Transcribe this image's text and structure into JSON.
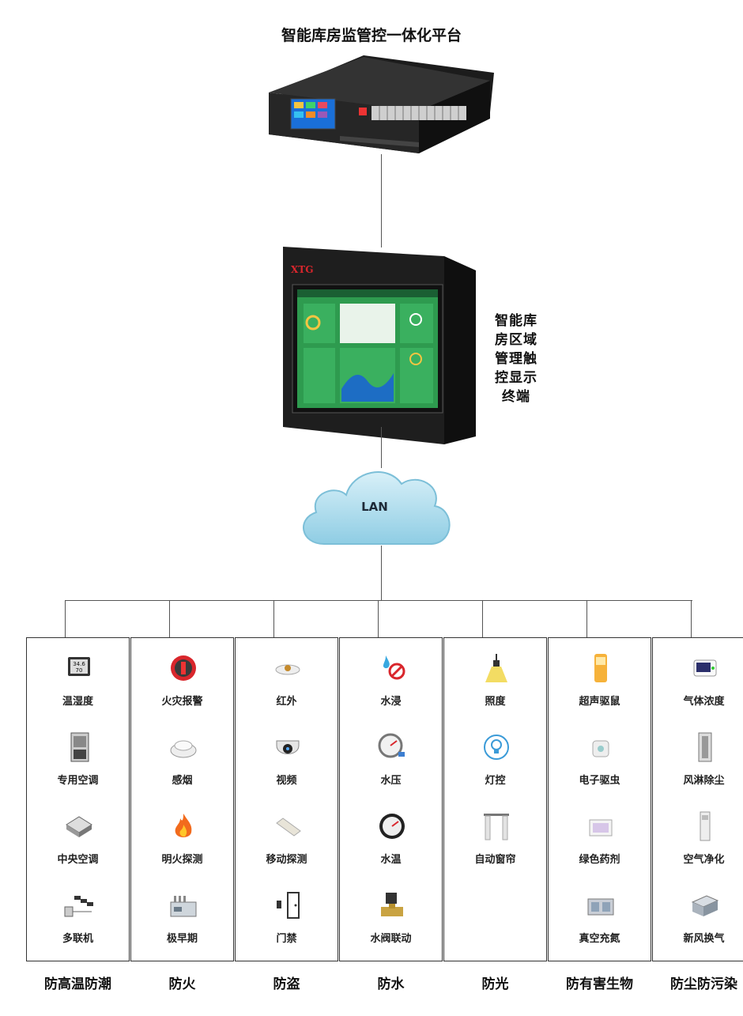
{
  "title": "智能库房监管控一体化平台",
  "display_label": "智能库房区域管理触控显示终端",
  "display_label_lines": [
    "智能库",
    "房区域",
    "管理触",
    "控显示",
    "终端"
  ],
  "display_brand": "XTG",
  "network_label": "LAN",
  "categories": [
    {
      "name": "防高温防潮",
      "items": [
        "温湿度",
        "专用空调",
        "中央空调",
        "多联机"
      ]
    },
    {
      "name": "防火",
      "items": [
        "火灾报警",
        "感烟",
        "明火探测",
        "极早期"
      ]
    },
    {
      "name": "防盗",
      "items": [
        "红外",
        "视频",
        "移动探测",
        "门禁"
      ]
    },
    {
      "name": "防水",
      "items": [
        "水浸",
        "水压",
        "水温",
        "水阀联动"
      ]
    },
    {
      "name": "防光",
      "items": [
        "照度",
        "灯控",
        "自动窗帘"
      ]
    },
    {
      "name": "防有害生物",
      "items": [
        "超声驱鼠",
        "电子驱虫",
        "绿色药剂",
        "真空充氮"
      ]
    },
    {
      "name": "防尘防污染",
      "items": [
        "气体浓度",
        "风淋除尘",
        "空气净化",
        "新风换气"
      ]
    }
  ],
  "icons": [
    [
      "thermo-hygrometer-icon",
      "precision-ac-icon",
      "cassette-ac-icon",
      "vrf-system-icon"
    ],
    [
      "fire-alarm-icon",
      "smoke-detector-icon",
      "flame-icon",
      "vesda-detector-icon"
    ],
    [
      "infrared-sensor-icon",
      "dome-camera-icon",
      "motion-detector-icon",
      "access-control-icon"
    ],
    [
      "water-leak-icon",
      "pressure-gauge-icon",
      "water-temperature-gauge-icon",
      "water-valve-icon"
    ],
    [
      "light-sensor-icon",
      "light-bulb-icon",
      "curtain-icon"
    ],
    [
      "ultrasonic-repeller-icon",
      "insect-repeller-icon",
      "chemical-box-icon",
      "nitrogen-chamber-icon"
    ],
    [
      "gas-monitor-icon",
      "air-shower-icon",
      "air-purifier-icon",
      "fresh-air-unit-icon"
    ]
  ],
  "colors": {
    "line": "#555555",
    "cloud": "#9fd6ea",
    "screen": "#2e9b4f",
    "device": "#1e1e1e",
    "brand": "#d9262c"
  }
}
